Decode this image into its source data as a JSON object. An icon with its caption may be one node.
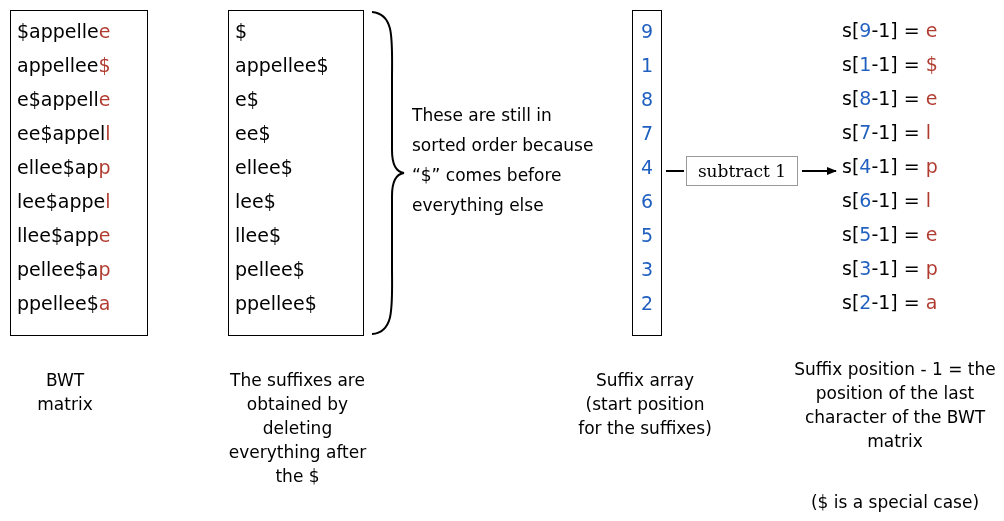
{
  "diagram": {
    "nodes": [
      {
        "text": [
          "$appellee",
          "appellee$",
          "e$appelle",
          "ee$appell",
          "ellee$app",
          "lee$appel",
          "llee$appe",
          "pellee$ap",
          "ppellee$a"
        ],
        "beside": [
          "BWT matrix"
        ]
      },
      {
        "text": [
          "$",
          "appellee$",
          "e$",
          "ee$",
          "ellee$",
          "lee$",
          "llee$",
          "pellee$",
          "ppellee$"
        ],
        "beside": [
          "The suffixes are obtained by deleting everything after the $"
        ]
      },
      {
        "text": [
          "9",
          "1",
          "8",
          "7",
          "4",
          "6",
          "5",
          "3",
          "2"
        ],
        "beside": [
          "Suffix array (start position for the suffixes)"
        ]
      },
      {
        "text": [
          "subtract 1"
        ]
      },
      {
        "text": [
          "s[9-1] = e",
          "s[1-1] = $",
          "s[8-1] = e",
          "s[7-1] = l",
          "s[4-1] = p",
          "s[6-1] = l",
          "s[5-1] = e",
          "s[3-1] = p",
          "s[2-1] = a"
        ],
        "beside": [
          "Suffix position - 1 = the position of the last character of the BWT matrix",
          "($ is a special case)"
        ]
      }
    ],
    "edges": [
      {
        "from": 2,
        "to": 3,
        "arrow": "none"
      },
      {
        "from": 3,
        "to": 4,
        "arrow": "to"
      }
    ],
    "labels": [
      "These are still in sorted order because “$” comes before everything else"
    ]
  }
}
